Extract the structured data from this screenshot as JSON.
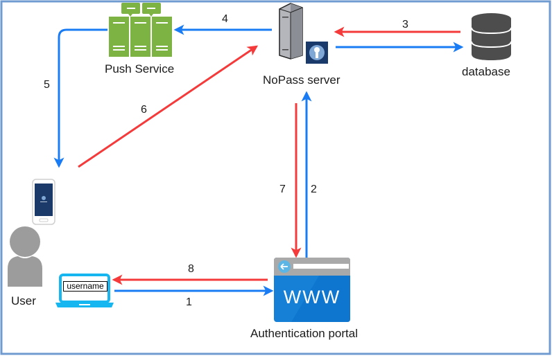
{
  "diagram": {
    "title": "NoPass authentication flow",
    "colors": {
      "request_arrow": "#1a7cf5",
      "response_arrow": "#f43a3a",
      "frame_border": "#6f9bd0",
      "push_service_green": "#7cb342",
      "database_dark": "#4d4d4d",
      "portal_blue": "#0a6fc8"
    },
    "nodes": {
      "push_service": {
        "label": "Push Service",
        "icon": "server-rack-icon"
      },
      "nopass_server": {
        "label": "NoPass server",
        "icon": "server-key-icon"
      },
      "database": {
        "label": "database",
        "icon": "database-icon"
      },
      "user": {
        "label": "User",
        "icon": "user-icon"
      },
      "phone": {
        "icon": "smartphone-icon",
        "screen_text": "NoPass"
      },
      "laptop": {
        "icon": "laptop-icon",
        "field_text": "username"
      },
      "portal": {
        "label": "Authentication portal",
        "icon": "www-browser-icon",
        "screen_text": "WWW"
      }
    },
    "edges": [
      {
        "step": "1",
        "from": "laptop",
        "to": "portal",
        "color": "blue"
      },
      {
        "step": "2",
        "from": "portal",
        "to": "nopass_server",
        "color": "blue"
      },
      {
        "step": "3",
        "from": "database",
        "to": "nopass_server",
        "color": "red"
      },
      {
        "step": "4",
        "from": "nopass_server",
        "to": "push_service",
        "color": "blue"
      },
      {
        "step": "5",
        "from": "push_service",
        "to": "phone",
        "color": "blue"
      },
      {
        "step": "6",
        "from": "phone",
        "to": "nopass_server",
        "color": "red"
      },
      {
        "step": "7",
        "from": "nopass_server",
        "to": "portal",
        "color": "red"
      },
      {
        "step": "8",
        "from": "portal",
        "to": "laptop",
        "color": "red"
      },
      {
        "step": "",
        "from": "nopass_server",
        "to": "database",
        "color": "blue"
      }
    ]
  }
}
